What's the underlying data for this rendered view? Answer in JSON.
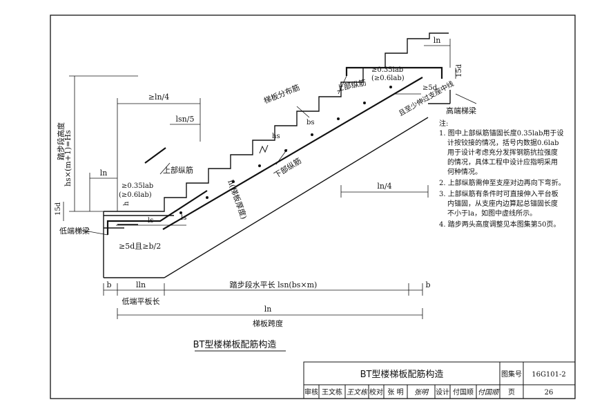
{
  "labels": {
    "dim_ge_ln4": "≥ln/4",
    "dim_lsn5": "lsn/5",
    "dim_ln_top": "ln",
    "dim_ln_left": "ln",
    "dim_ln4_mid": "ln/4",
    "anchor_top_a": "≥0.35lab",
    "anchor_top_b": "(≥0.6lab)",
    "anchor_left_a": "≥0.35lab",
    "anchor_left_b": "(≥0.6lab)",
    "ge5d_top": "≥5d",
    "d15_left": "15d",
    "d15_right": "15d",
    "upper_rebar_left": "上部纵筋",
    "upper_rebar_right": "上部纵筋",
    "dist_rebar": "梯板分布筋",
    "lower_rebar": "下部纵筋",
    "thickness": "h(梯板厚度)",
    "hs": "hs",
    "bs": "bs",
    "ls_a": "ls",
    "ls_b": "ls",
    "h_small": "h",
    "centerline": "且至少伸过支座中线",
    "high_beam": "高端梯梁",
    "low_beam": "低端梯梁",
    "ge5d_b2": "≥5d且≥b/2",
    "height_label": "hs×(m+1)=Hs",
    "height_label2": "踏步段高度",
    "b_left": "b",
    "b_right": "b",
    "lln": "lln",
    "low_slab_len": "低端平板长",
    "step_len": "踏步段水平长 lsn(bs×m)",
    "ln_bottom": "ln",
    "span": "梯板跨度",
    "caption": "BT型楼梯板配筋构造"
  },
  "notes": {
    "head": "注:",
    "n1": [
      "1. 图中上部纵筋锚固长度0.35lab用于设",
      "计按铰接的情况，括号内数据0.6lab",
      "用于设计考虑充分发挥钢筋抗拉强度",
      "的情况，具体工程中设计应指明采用",
      "何种情况。"
    ],
    "n2": [
      "2. 上部纵筋需伸至支座对边再向下弯折。"
    ],
    "n3": [
      "3. 上部纵筋有条件时可直接伸入平台板",
      "内锚固，从支座内边算起总锚固长度",
      "不小于la，如图中虚线所示。"
    ],
    "n4": [
      "4. 踏步两头高度调整见本图集第50页。"
    ]
  },
  "titleblock": {
    "title": "BT型楼梯板配筋构造",
    "atlas_label": "图集号",
    "atlas_no": "16G101-2",
    "review_label": "审核",
    "reviewer": "王文栋",
    "reviewer_sig": "王文栋",
    "check_label": "校对",
    "checker": "张 明",
    "checker_sig": "张明",
    "design_label": "设计",
    "designer": "付国顺",
    "designer_sig": "付国顺",
    "page_label": "页",
    "page_no": "26"
  }
}
